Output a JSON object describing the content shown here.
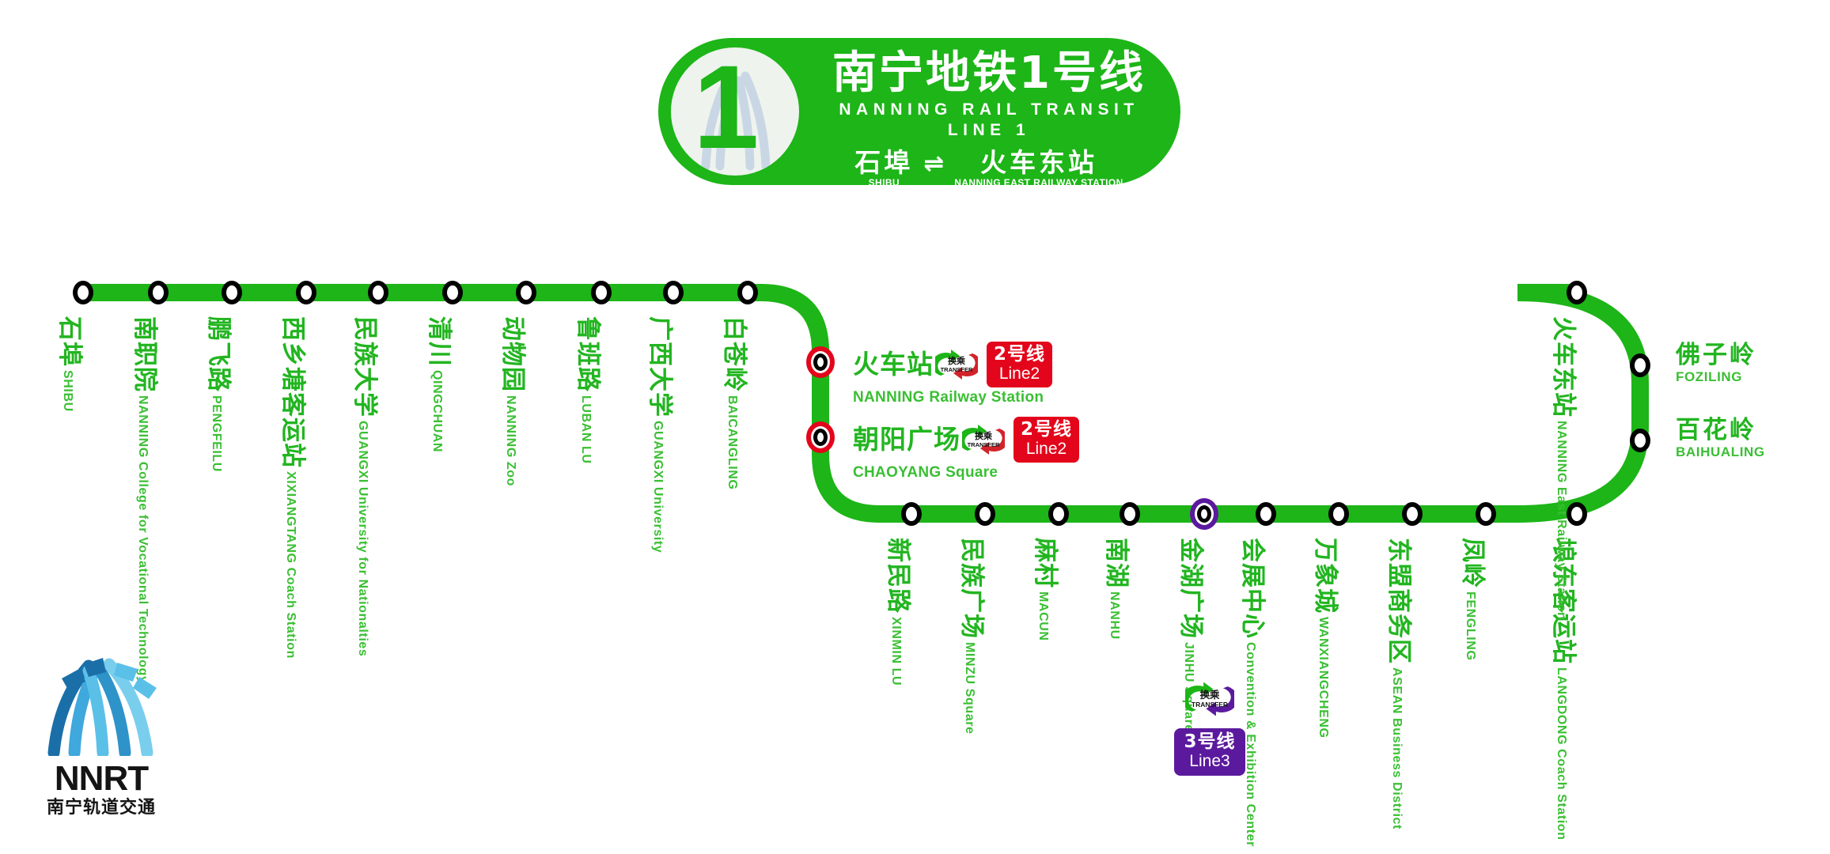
{
  "header": {
    "line_number": "1",
    "title_cn": "南宁地铁1号线",
    "title_en": "NANNING RAIL TRANSIT LINE 1",
    "terminus_left_cn": "石埠",
    "terminus_left_en": "SHIBU",
    "arrow": "⇌",
    "terminus_right_cn": "火车东站",
    "terminus_right_en": "NANNING EAST RAILWAY STATION",
    "line_color": "#1DB518",
    "text_color": "#FFFFFF"
  },
  "colors": {
    "line1_green": "#1DB518",
    "label_green": "#22B520",
    "label_green_en": "#3ABF33",
    "line2_red": "#E3051B",
    "line3_purple": "#5B1A9E",
    "station_ring": "#000000"
  },
  "transfer_icon": {
    "label_cn": "换乘",
    "label_en": "TRANSFER"
  },
  "stations_top": [
    {
      "cn": "石埠",
      "en": "SHIBU"
    },
    {
      "cn": "南职院",
      "en": "NANNING College for Vocational Technology"
    },
    {
      "cn": "鹏飞路",
      "en": "PENGFEILU"
    },
    {
      "cn": "西乡塘客运站",
      "en": "XIXIANGTANG Coach Station"
    },
    {
      "cn": "民族大学",
      "en": "GUANGXI University for Nationalties"
    },
    {
      "cn": "清川",
      "en": "QINGCHUAN"
    },
    {
      "cn": "动物园",
      "en": "NANNING Zoo"
    },
    {
      "cn": "鲁班路",
      "en": "LUBAN LU"
    },
    {
      "cn": "广西大学",
      "en": "GUANGXI University"
    },
    {
      "cn": "白苍岭",
      "en": "BAICANGLING"
    }
  ],
  "stations_transfer_vertical": [
    {
      "cn": "火车站",
      "en": "NANNING Railway Station",
      "badge_cn": "2号线",
      "badge_en": "Line2",
      "badge_color": "#E3051B"
    },
    {
      "cn": "朝阳广场",
      "en": "CHAOYANG Square",
      "badge_cn": "2号线",
      "badge_en": "Line2",
      "badge_color": "#E3051B"
    }
  ],
  "stations_bottom": [
    {
      "cn": "新民路",
      "en": "XINMIN LU"
    },
    {
      "cn": "民族广场",
      "en": "MINZU Square"
    },
    {
      "cn": "麻村",
      "en": "MACUN"
    },
    {
      "cn": "南湖",
      "en": "NANHU"
    },
    {
      "cn": "金湖广场",
      "en": "JINHU Square",
      "badge_cn": "3号线",
      "badge_en": "Line3",
      "badge_color": "#5B1A9E"
    },
    {
      "cn": "会展中心",
      "en": "Convention & Exhibition Center"
    },
    {
      "cn": "万象城",
      "en": "WANXIANGCHENG"
    },
    {
      "cn": "东盟商务区",
      "en": "ASEAN Business District"
    },
    {
      "cn": "凤岭",
      "en": "FENGLING"
    },
    {
      "cn": "埌东客运站",
      "en": "LANGDONG Coach Station"
    }
  ],
  "stations_right_branch": [
    {
      "cn": "火车东站",
      "en": "NANNING East Railway Station"
    },
    {
      "cn": "佛子岭",
      "en": "FOZILING"
    },
    {
      "cn": "百花岭",
      "en": "BAIHUALING"
    }
  ],
  "logo": {
    "wordmark": "NNRT",
    "name_cn": "南宁轨道交通"
  }
}
